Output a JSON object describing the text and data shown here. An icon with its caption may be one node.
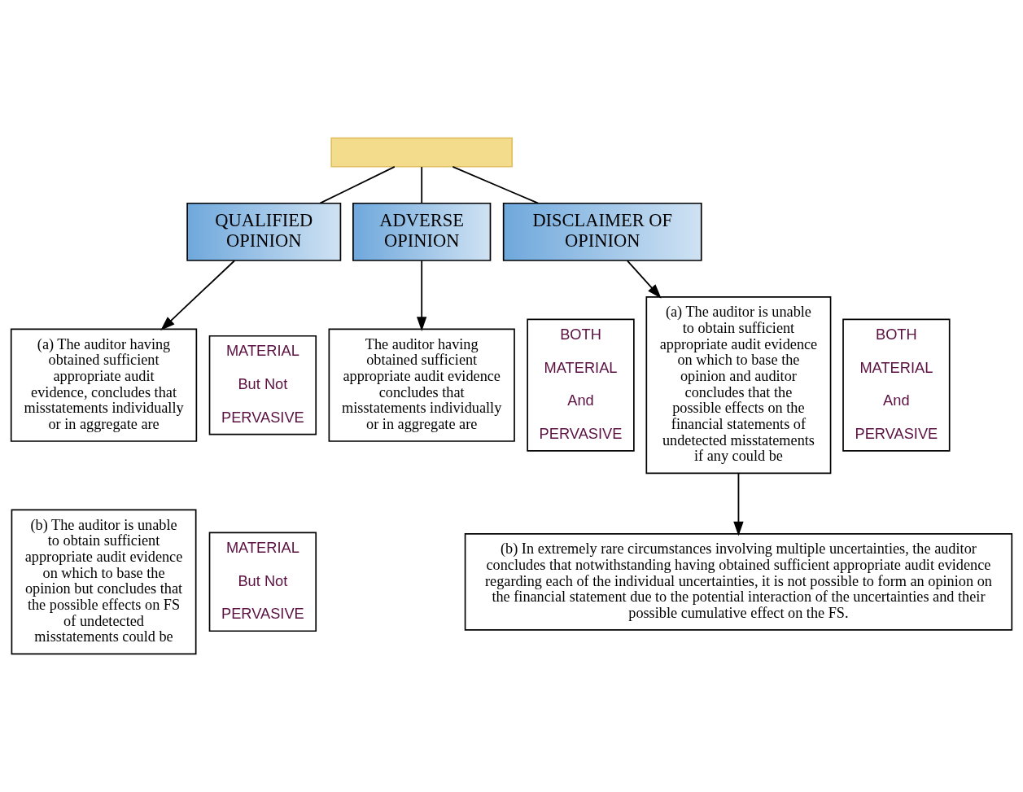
{
  "diagram": {
    "nodes": [
      {
        "text": [],
        "shape": "box"
      },
      {
        "text": [
          "QUALIFIED OPINION"
        ]
      },
      {
        "text": [
          "ADVERSE OPINION"
        ]
      },
      {
        "text": [
          "DISCLAIMER OF OPINION"
        ]
      },
      {
        "text": [
          "(a) The auditor having obtained sufficient appropriate audit evidence, concludes that misstatements individually or in aggregate are"
        ]
      },
      {
        "text": [
          "MATERIAL",
          "But Not",
          "PERVASIVE"
        ]
      },
      {
        "text": [
          "(b) The auditor is unable to obtain sufficient appropriate audit evidence on which to base the opinion but concludes that the possible effects on FS of undetected misstatements could be"
        ]
      },
      {
        "text": [
          "MATERIAL",
          "But Not",
          "PERVASIVE"
        ]
      },
      {
        "text": [
          "The auditor having obtained sufficient appropriate audit evidence concludes that misstatements individually or in aggregate are"
        ]
      },
      {
        "text": [
          "BOTH",
          "MATERIAL",
          "And",
          "PERVASIVE"
        ]
      },
      {
        "text": [
          "(a) The auditor is unable to obtain sufficient appropriate audit evidence on which to base the opinion and auditor concludes that the possible effects on the financial statements of undetected misstatements if any could be"
        ]
      },
      {
        "text": [
          "BOTH",
          "MATERIAL",
          "And",
          "PERVASIVE"
        ]
      },
      {
        "text": [
          "(b) In extremely rare circumstances involving multiple uncertainties, the auditor concludes that notwithstanding having obtained sufficient appropriate audit evidence regarding each of the individual uncertainties, it is not possible to form an opinion on the financial statement due to the potential interaction of the uncertainties and their possible cumulative effect on the FS."
        ]
      }
    ],
    "edges": [
      {
        "from": 0,
        "to": 1,
        "arrow": "none"
      },
      {
        "from": 0,
        "to": 2,
        "arrow": "none"
      },
      {
        "from": 0,
        "to": 3,
        "arrow": "none"
      },
      {
        "from": 1,
        "to": 4,
        "arrow": "to"
      },
      {
        "from": 2,
        "to": 8,
        "arrow": "to"
      },
      {
        "from": 3,
        "to": 10,
        "arrow": "to"
      },
      {
        "from": 10,
        "to": 12,
        "arrow": "to"
      }
    ]
  }
}
